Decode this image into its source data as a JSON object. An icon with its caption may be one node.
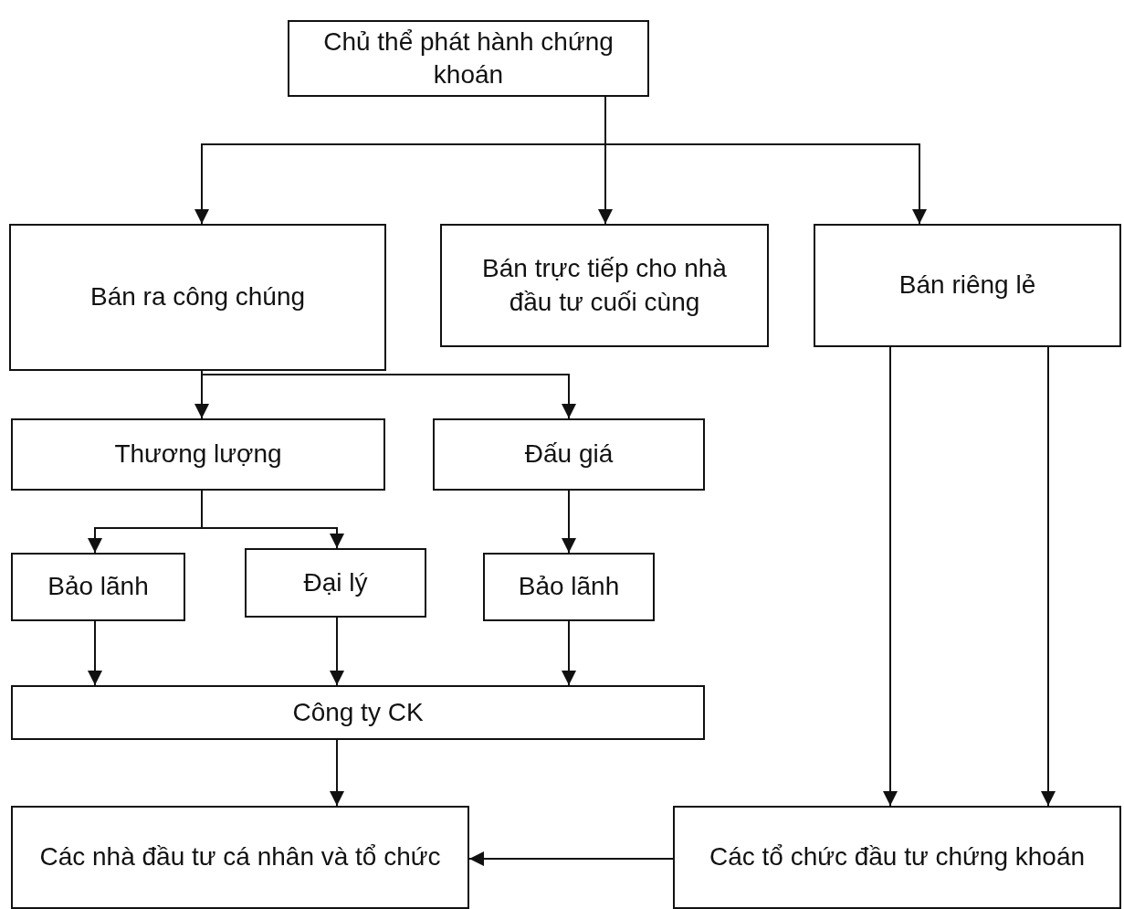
{
  "diagram": {
    "nodes": [
      {
        "text": [
          "Chủ thể phát hành chứng khoán"
        ]
      },
      {
        "text": [
          "Bán ra công chúng"
        ]
      },
      {
        "text": [
          "Bán trực tiếp cho nhà đầu tư cuối cùng"
        ]
      },
      {
        "text": [
          "Bán riêng lẻ"
        ]
      },
      {
        "text": [
          "Thương lượng"
        ]
      },
      {
        "text": [
          "Đấu giá"
        ]
      },
      {
        "text": [
          "Bảo lãnh"
        ]
      },
      {
        "text": [
          "Đại lý"
        ]
      },
      {
        "text": [
          "Bảo lãnh"
        ]
      },
      {
        "text": [
          "Công ty CK"
        ]
      },
      {
        "text": [
          "Các nhà đầu tư cá nhân và tổ chức"
        ]
      },
      {
        "text": [
          "Các tổ chức đầu tư chứng khoán"
        ]
      }
    ],
    "edges": [
      {
        "from": 0,
        "to": 1,
        "arrow": "to"
      },
      {
        "from": 0,
        "to": 2,
        "arrow": "to"
      },
      {
        "from": 0,
        "to": 3,
        "arrow": "to"
      },
      {
        "from": 1,
        "to": 4,
        "arrow": "to"
      },
      {
        "from": 1,
        "to": 5,
        "arrow": "to"
      },
      {
        "from": 4,
        "to": 6,
        "arrow": "to"
      },
      {
        "from": 4,
        "to": 7,
        "arrow": "to"
      },
      {
        "from": 5,
        "to": 8,
        "arrow": "to"
      },
      {
        "from": 6,
        "to": 9,
        "arrow": "to"
      },
      {
        "from": 7,
        "to": 9,
        "arrow": "to"
      },
      {
        "from": 8,
        "to": 9,
        "arrow": "to"
      },
      {
        "from": 9,
        "to": 10,
        "arrow": "to"
      },
      {
        "from": 3,
        "to": 11,
        "arrow": "to"
      },
      {
        "from": 3,
        "to": 11,
        "arrow": "to"
      },
      {
        "from": 11,
        "to": 10,
        "arrow": "to"
      }
    ]
  }
}
